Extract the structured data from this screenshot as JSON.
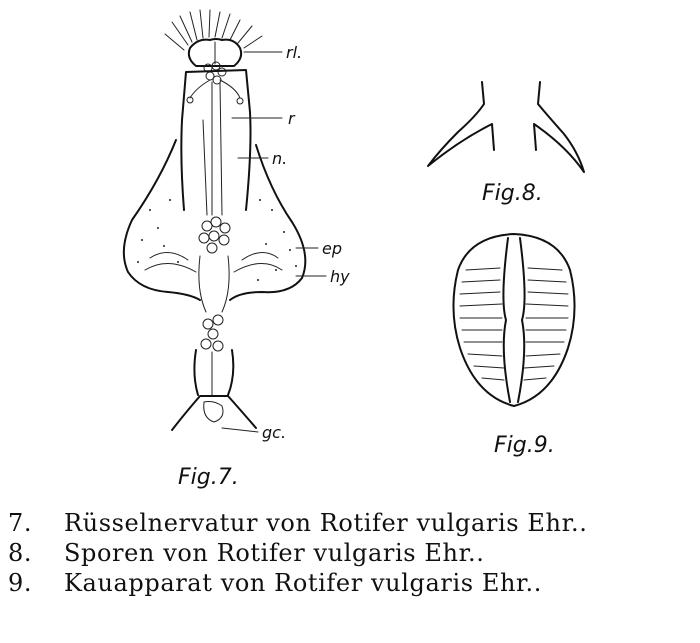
{
  "figures": {
    "fig7": {
      "label": "Fig.7.",
      "parts": {
        "rl": "rl.",
        "r": "r",
        "n": "n.",
        "ep": "ep",
        "hy": "hy",
        "gc": "gc."
      }
    },
    "fig8": {
      "label": "Fig.8."
    },
    "fig9": {
      "label": "Fig.9."
    }
  },
  "captions": [
    {
      "number": "7.",
      "text": "Rüsselnervatur von Rotifer vulgaris Ehr.."
    },
    {
      "number": "8.",
      "text": "Sporen von Rotifer vulgaris Ehr.."
    },
    {
      "number": "9.",
      "text": "Kauapparat von Rotifer vulgaris Ehr.."
    }
  ]
}
